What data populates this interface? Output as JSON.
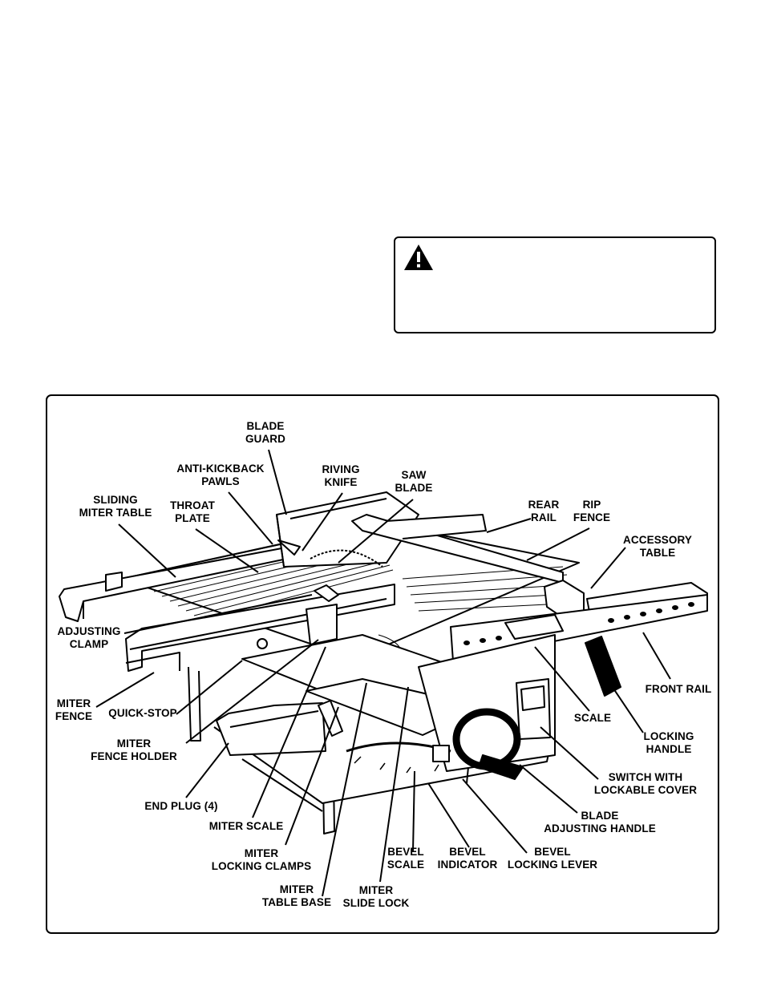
{
  "warning": {
    "icon": "warning-triangle-icon"
  },
  "figure": {
    "labels": {
      "blade_guard": [
        "BLADE",
        "GUARD"
      ],
      "anti_kickback_pawls": [
        "ANTI-KICKBACK",
        "PAWLS"
      ],
      "riving_knife": [
        "RIVING",
        "KNIFE"
      ],
      "saw_blade": [
        "SAW",
        "BLADE"
      ],
      "sliding_miter_table": [
        "SLIDING",
        "MITER TABLE"
      ],
      "throat_plate": [
        "THROAT",
        "PLATE"
      ],
      "rear_rail": [
        "REAR",
        "RAIL"
      ],
      "rip_fence": [
        "RIP",
        "FENCE"
      ],
      "accessory_table": [
        "ACCESSORY",
        "TABLE"
      ],
      "adjusting_clamp": [
        "ADJUSTING",
        "CLAMP"
      ],
      "front_rail": [
        "FRONT RAIL"
      ],
      "miter_fence": [
        "MITER",
        "FENCE"
      ],
      "quick_stop": [
        "QUICK-STOP"
      ],
      "scale": [
        "SCALE"
      ],
      "miter_fence_holder": [
        "MITER",
        "FENCE HOLDER"
      ],
      "locking_handle": [
        "LOCKING",
        "HANDLE"
      ],
      "switch": [
        "SWITCH WITH",
        "LOCKABLE COVER"
      ],
      "end_plug": [
        "END PLUG (4)"
      ],
      "blade_adjusting_handle": [
        "BLADE",
        "ADJUSTING HANDLE"
      ],
      "miter_scale": [
        "MITER SCALE"
      ],
      "miter_locking_clamps": [
        "MITER",
        "LOCKING CLAMPS"
      ],
      "bevel_scale": [
        "BEVEL",
        "SCALE"
      ],
      "bevel_indicator": [
        "BEVEL",
        "INDICATOR"
      ],
      "bevel_locking_lever": [
        "BEVEL",
        "LOCKING LEVER"
      ],
      "miter_table_base": [
        "MITER",
        "TABLE BASE"
      ],
      "miter_slide_lock": [
        "MITER",
        "SLIDE LOCK"
      ]
    }
  }
}
